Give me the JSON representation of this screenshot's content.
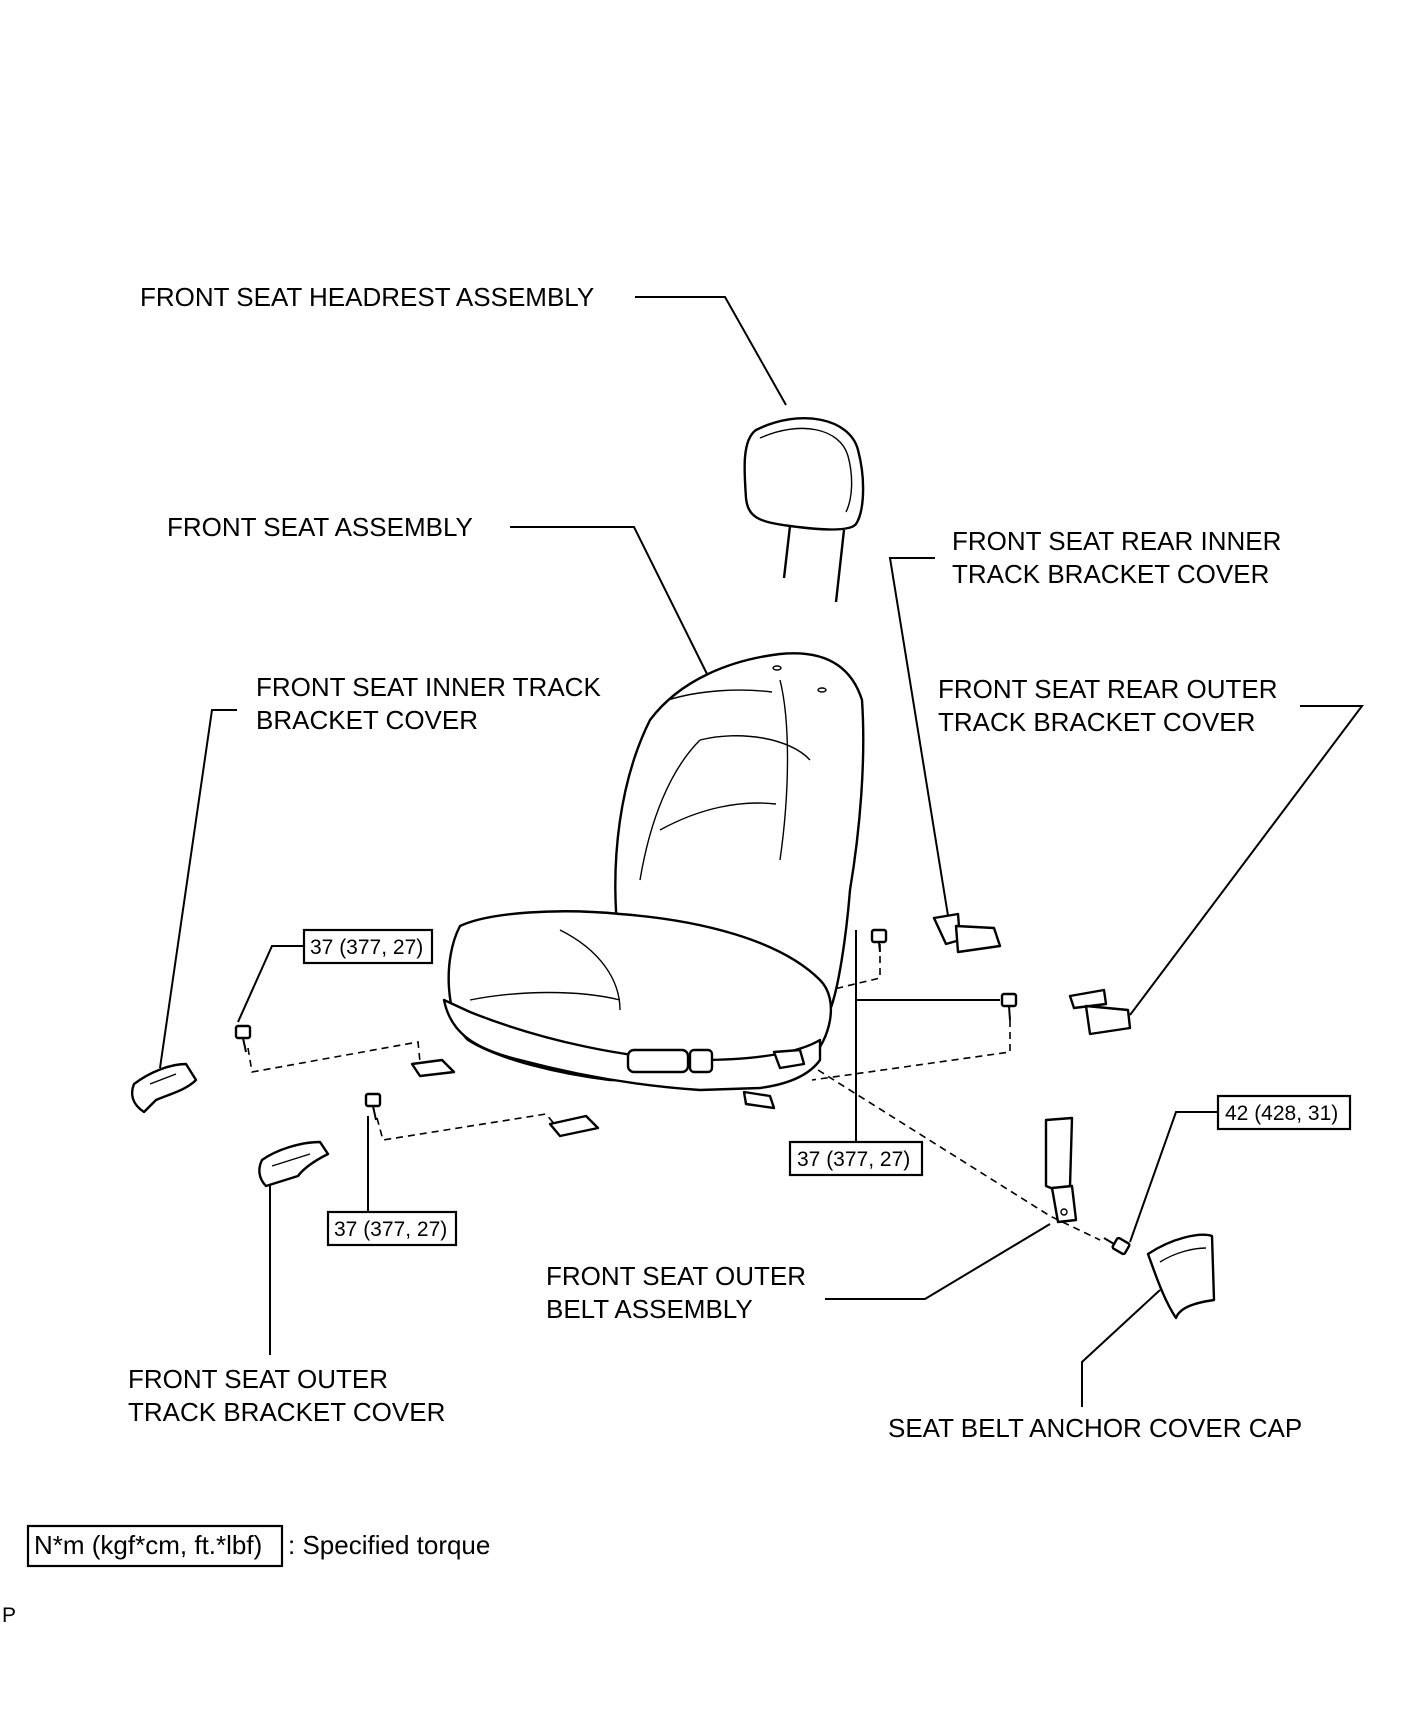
{
  "labels": {
    "headrest": "FRONT SEAT HEADREST ASSEMBLY",
    "seat": "FRONT SEAT ASSEMBLY",
    "rear_inner_1": "FRONT SEAT REAR INNER",
    "rear_inner_2": "TRACK BRACKET COVER",
    "inner_track_1": "FRONT SEAT INNER TRACK",
    "inner_track_2": "BRACKET COVER",
    "rear_outer_1": "FRONT SEAT REAR OUTER",
    "rear_outer_2": "TRACK BRACKET COVER",
    "outer_belt_1": "FRONT SEAT OUTER",
    "outer_belt_2": "BELT ASSEMBLY",
    "outer_track_1": "FRONT SEAT OUTER",
    "outer_track_2": "TRACK BRACKET COVER",
    "anchor_cap": "SEAT BELT ANCHOR COVER CAP"
  },
  "torques": {
    "left_upper": "37 (377, 27)",
    "left_lower": "37 (377, 27)",
    "center": "37 (377, 27)",
    "right": "42 (428, 31)"
  },
  "legend": {
    "unit": "N*m (kgf*cm, ft.*lbf)",
    "text": ": Specified torque"
  },
  "corner_mark": "P"
}
